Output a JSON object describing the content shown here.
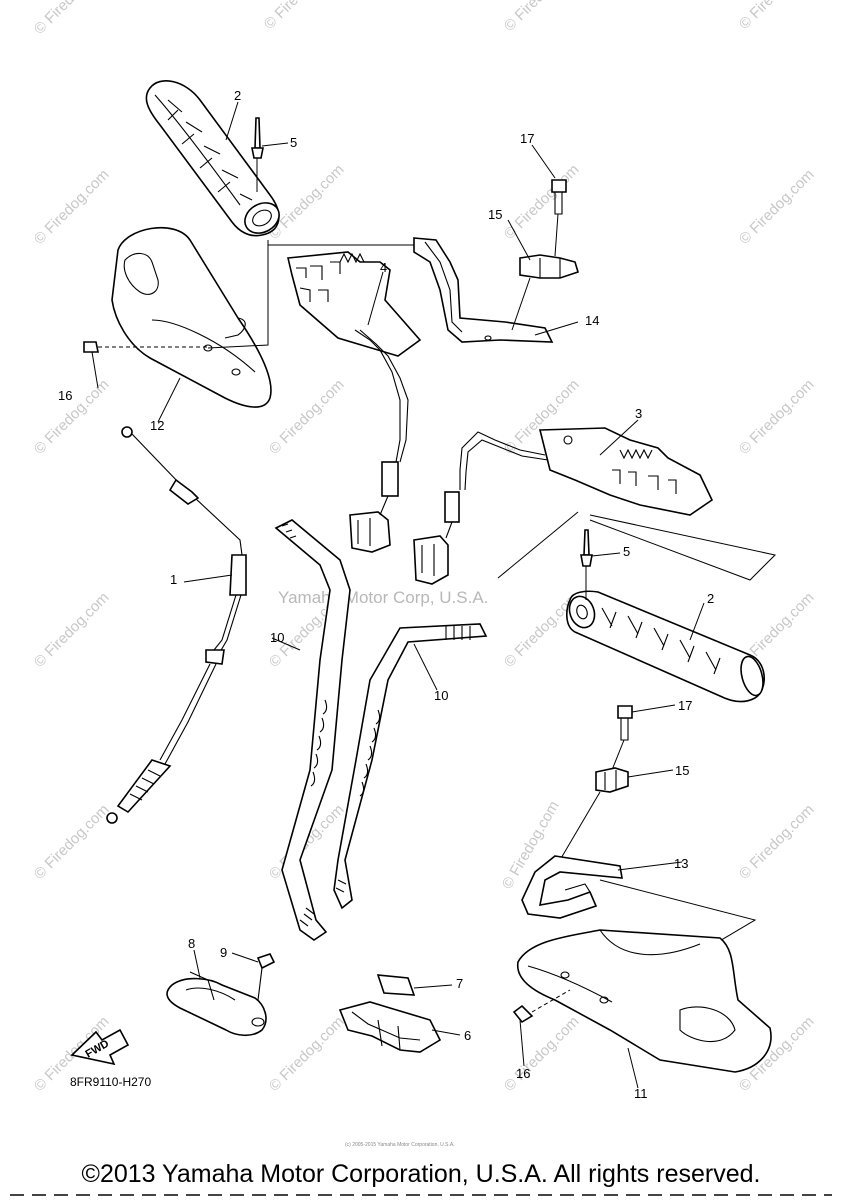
{
  "diagram": {
    "part_numbers": [
      "1",
      "2",
      "2",
      "3",
      "4",
      "5",
      "5",
      "6",
      "7",
      "8",
      "9",
      "10",
      "10",
      "11",
      "12",
      "13",
      "14",
      "15",
      "15",
      "16",
      "16",
      "17",
      "17"
    ],
    "drawing_code": "8FR9110-H270",
    "fwd_label": "FWD",
    "center_watermark": "Yamaha Motor Corp, U.S.A.",
    "watermark": "© Firedog.com",
    "tiny_notice": "(c) 2005-2015 Yamaha Motor Corporation, U.S.A."
  },
  "footer": {
    "copyright": "©2013 Yamaha Motor Corporation, U.S.A. All rights reserved."
  },
  "colors": {
    "line": "#000000",
    "watermark": "#c8c8c8",
    "background": "#ffffff"
  }
}
